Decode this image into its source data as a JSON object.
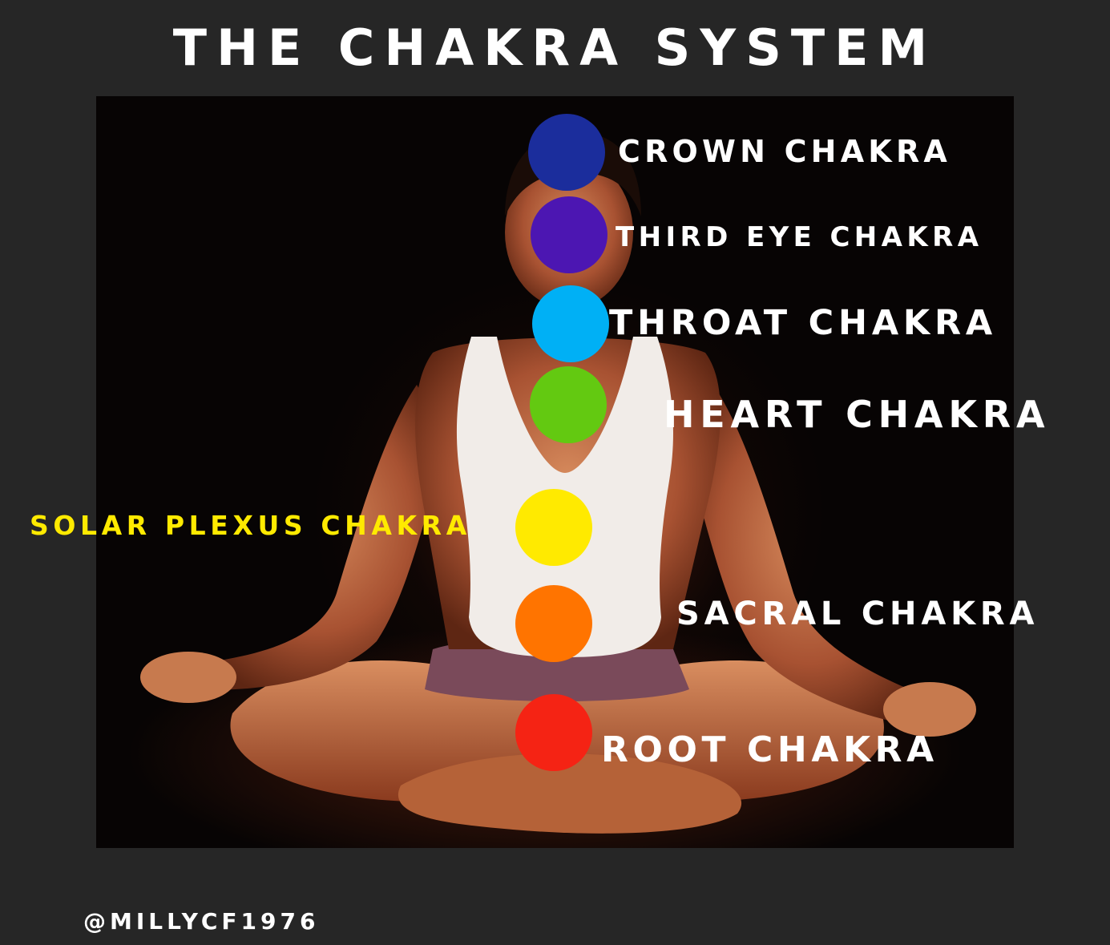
{
  "title": "THE CHAKRA SYSTEM",
  "credit": "@MILLYCF1976",
  "photo": {
    "icon": "meditating-woman-illustration"
  },
  "chakras": [
    {
      "label": "CROWN CHAKRA",
      "color": "#1b2d9c",
      "label_color": "#ffffff"
    },
    {
      "label": "THIRD EYE CHAKRA",
      "color": "#4c16b2",
      "label_color": "#ffffff"
    },
    {
      "label": "THROAT CHAKRA",
      "color": "#00b0f5",
      "label_color": "#ffffff"
    },
    {
      "label": "HEART CHAKRA",
      "color": "#63c911",
      "label_color": "#ffffff"
    },
    {
      "label": "SOLAR PLEXUS CHAKRA",
      "color": "#ffea00",
      "label_color": "#ffea00"
    },
    {
      "label": "SACRAL CHAKRA",
      "color": "#ff7400",
      "label_color": "#ffffff"
    },
    {
      "label": "ROOT CHAKRA",
      "color": "#f52314",
      "label_color": "#ffffff"
    }
  ]
}
